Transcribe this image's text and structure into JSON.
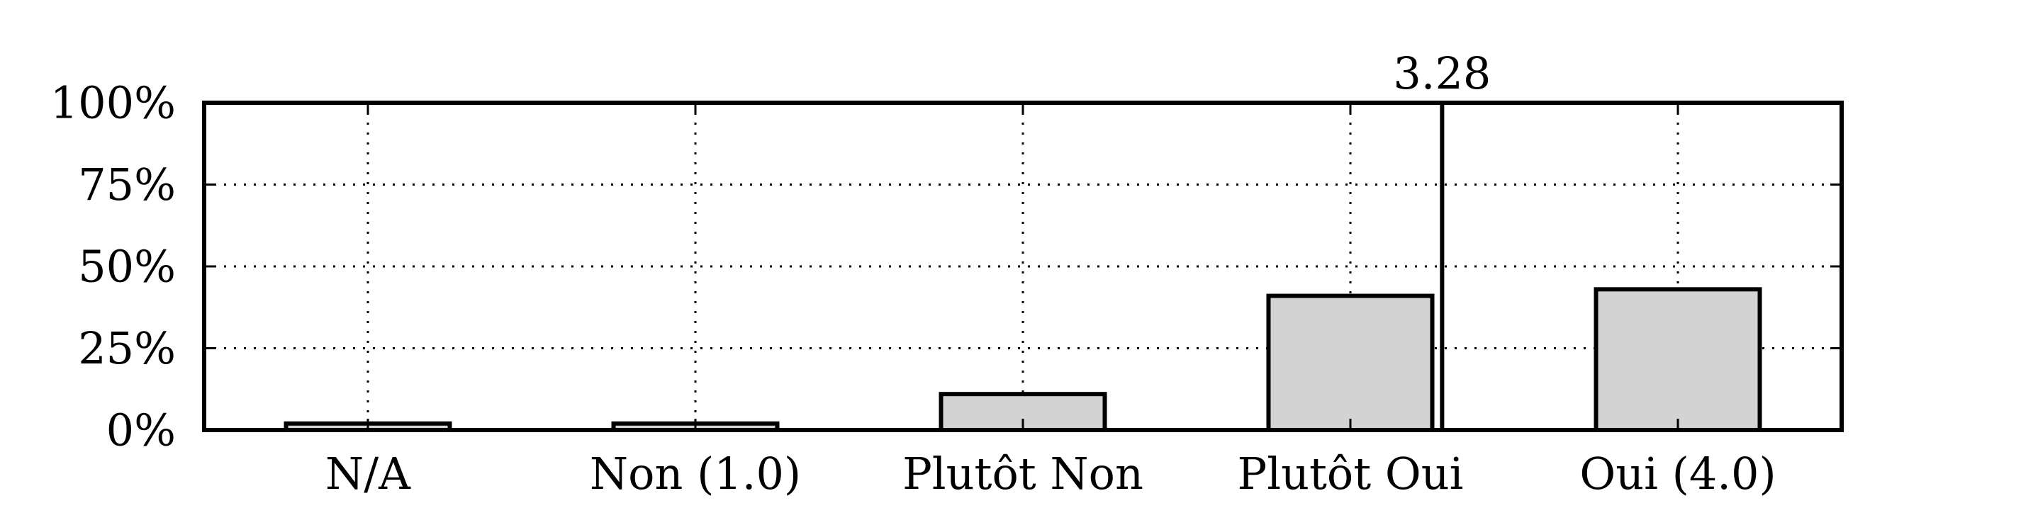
{
  "chart_data": {
    "type": "bar",
    "categories": [
      "N/A",
      "Non (1.0)",
      "Plutôt Non",
      "Plutôt Oui",
      "Oui (4.0)"
    ],
    "values": [
      2,
      2,
      11,
      41,
      43
    ],
    "ylim": [
      0,
      100
    ],
    "yticks": [
      0,
      25,
      50,
      75,
      100
    ],
    "ytick_labels": [
      "0%",
      "25%",
      "50%",
      "75%",
      "100%"
    ],
    "grid": true,
    "bar_color": "#d3d3d3",
    "edge_color": "#000000",
    "mean_marker": {
      "value": 3.28,
      "label": "3.28",
      "x_scale": {
        "category_index_of_1": 1,
        "category_index_of_4": 4
      }
    }
  }
}
